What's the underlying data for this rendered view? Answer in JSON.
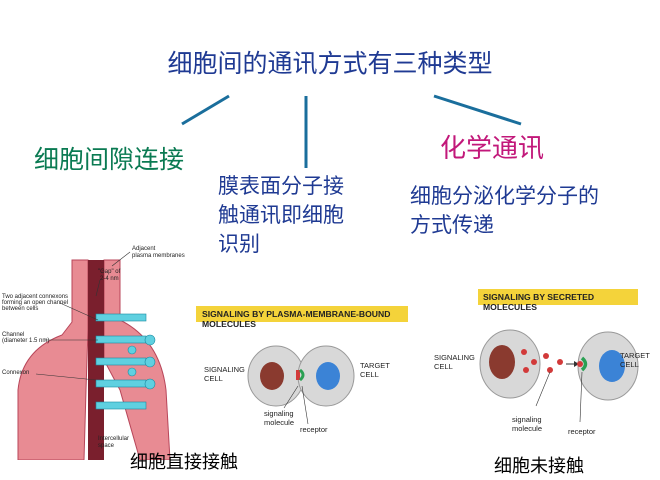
{
  "title": "细胞间的通讯方式有三种类型",
  "branches": {
    "left": {
      "label": "细胞间隙连接"
    },
    "middle": {
      "line1": "膜表面分子接",
      "line2": "触通讯即细胞",
      "line3": "识别"
    },
    "right": {
      "title": "化学通讯",
      "line1": "细胞分泌化学分子的",
      "line2": "方式传递"
    }
  },
  "figure_gap": {
    "adjacent": "Adjacent",
    "plasma": "plasma membranes",
    "gap1": "\"Gap\" of",
    "gap2": "2-4 nm",
    "connexons1": "Two adjacent connexons",
    "connexons2": "forming an open channel",
    "connexons3": "between cells",
    "channel1": "Channel",
    "channel2": "(diameter 1.5 nm)",
    "connexon": "Connexon",
    "intercellular1": "Intercellular",
    "intercellular2": "space"
  },
  "figure_membrane": {
    "banner": "SIGNALING BY PLASMA-MEMBRANE-BOUND MOLECULES",
    "signaling1": "SIGNALING",
    "signaling2": "CELL",
    "target1": "TARGET",
    "target2": "CELL",
    "molecule1": "signaling",
    "molecule2": "molecule",
    "receptor": "receptor"
  },
  "figure_secreted": {
    "banner": "SIGNALING BY SECRETED MOLECULES",
    "signaling1": "SIGNALING",
    "signaling2": "CELL",
    "target1": "TARGET",
    "target2": "CELL",
    "molecule1": "signaling",
    "molecule2": "molecule",
    "receptor": "receptor"
  },
  "captions": {
    "direct": "细胞直接接触",
    "indirect": "细胞未接触"
  },
  "colors": {
    "title_blue": "#1f3a93",
    "green": "#0a7a52",
    "magenta": "#c2187a",
    "connector": "#1a6e9c",
    "banner_yellow": "#f4d33a"
  }
}
